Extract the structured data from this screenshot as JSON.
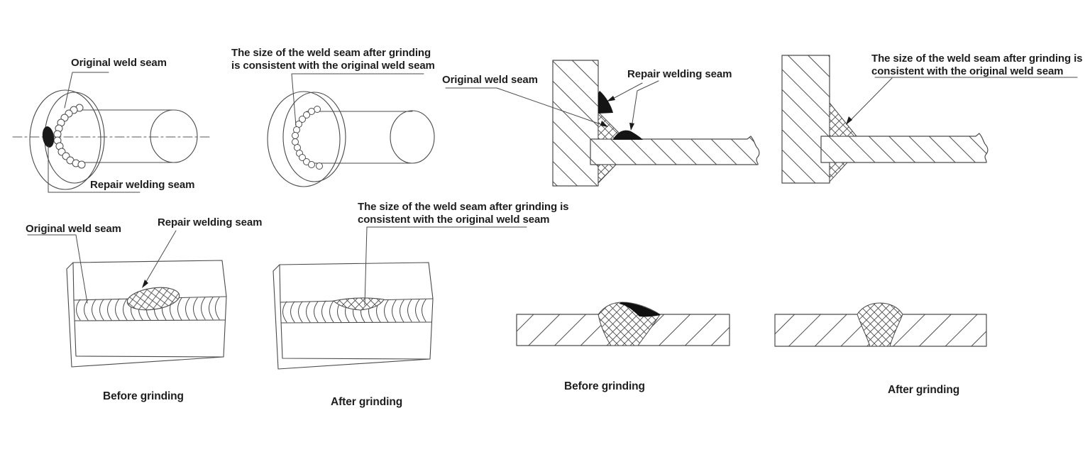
{
  "figure": {
    "background": "#ffffff",
    "line_color": "#4a4a4a",
    "weld_fill_black": "#141414",
    "text_color": "#1e1e1e",
    "panels": {
      "shaft_before": {
        "label_original": "Original weld seam",
        "label_repair": "Repair welding seam"
      },
      "shaft_after": {
        "note_line1": "The size of the weld seam after grinding",
        "note_line2": "is consistent with the original weld seam"
      },
      "tjoint_before": {
        "label_original": "Original weld seam",
        "label_repair": "Repair welding seam"
      },
      "tjoint_after": {
        "note_line1": "The size of the weld seam after grinding is",
        "note_line2": "consistent with the original weld seam"
      },
      "block_before": {
        "label_original": "Original weld seam",
        "label_repair": "Repair welding seam",
        "caption": "Before grinding"
      },
      "block_after": {
        "note_line1": "The size of the weld seam after grinding is",
        "note_line2": "consistent with the original weld seam",
        "caption": "After grinding"
      },
      "plate_before": {
        "caption": "Before grinding"
      },
      "plate_after": {
        "caption": "After grinding"
      }
    }
  }
}
